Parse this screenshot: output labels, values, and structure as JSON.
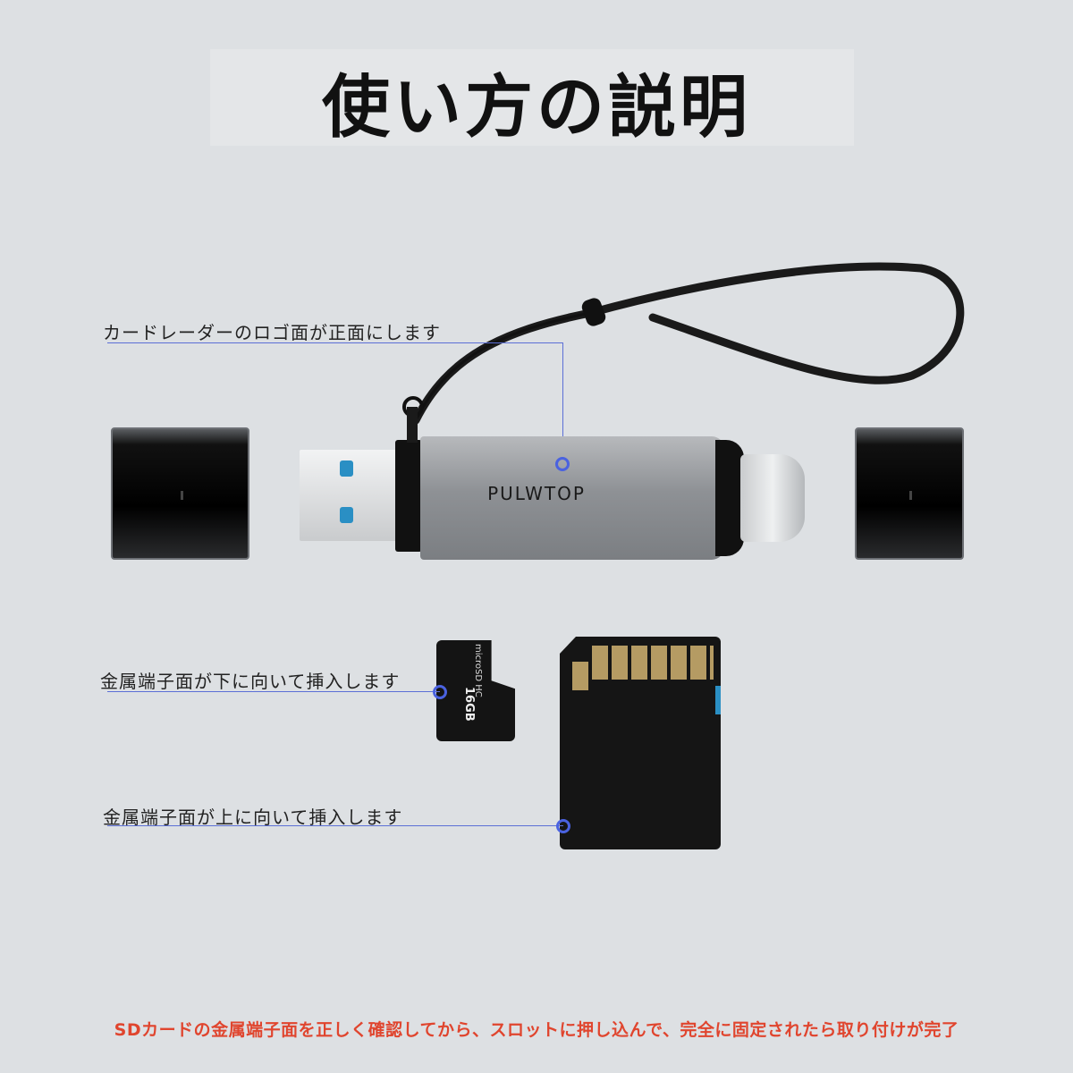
{
  "title": "使い方の説明",
  "callouts": [
    {
      "text": "カードレーダーのロゴ面が正面にします"
    },
    {
      "text": "金属端子面が下に向いて挿入します"
    },
    {
      "text": "金属端子面が上に向いて挿入します"
    }
  ],
  "product": {
    "brand": "PULWTOP",
    "microsd_capacity": "16GB",
    "microsd_logo": "microSD HC"
  },
  "footer": "SDカードの金属端子面を正しく確認してから、スロットに押し込んで、完全に固定されたら取り付けが完了",
  "colors": {
    "accent": "#4a62e0",
    "footer": "#e0452e",
    "background": "#dde0e3"
  }
}
